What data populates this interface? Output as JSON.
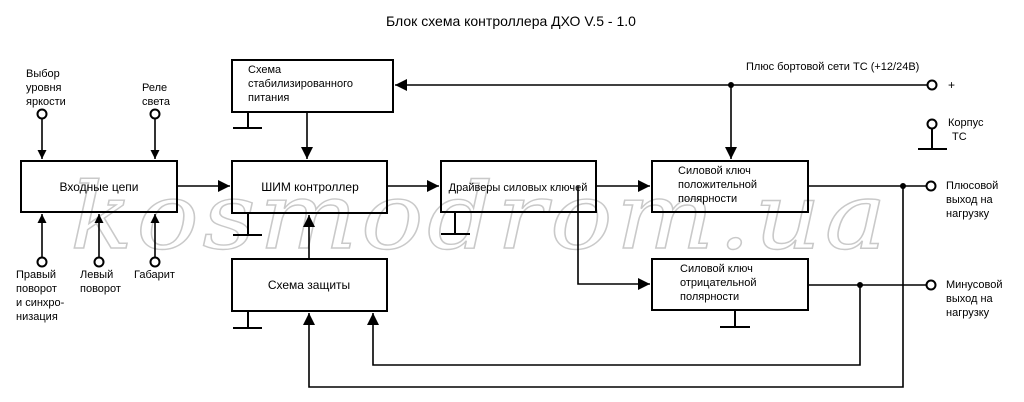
{
  "title": "Блок схема контроллера ДХО V.5 - 1.0",
  "watermark": "kosmodrom.ua",
  "blocks": {
    "input_circuits": "Входные цепи",
    "pwm_controller": "ШИМ контроллер",
    "stabilized_supply": [
      "Схема",
      "стабилизированного",
      "питания"
    ],
    "protection": "Схема защиты",
    "key_drivers": "Драйверы силовых ключей",
    "positive_key": [
      "Силовой ключ",
      "положительной",
      "полярности"
    ],
    "negative_key": [
      "Силовой ключ",
      "отрицательной",
      "полярности"
    ]
  },
  "inputs_top": {
    "brightness": [
      "Выбор",
      "уровня",
      "яркости"
    ],
    "light_relay": [
      "Реле",
      "света"
    ]
  },
  "inputs_bottom": {
    "right_turn": [
      "Правый",
      "поворот",
      "и синхро-",
      "низация"
    ],
    "left_turn": [
      "Левый",
      "поворот"
    ],
    "parking": "Габарит"
  },
  "terminals": {
    "supply_plus": "Плюс бортовой сети ТС (+12/24В)",
    "plus_sign": "+",
    "chassis": [
      "Корпус",
      "ТС"
    ],
    "plus_output": [
      "Плюсовой",
      "выход на",
      "нагрузку"
    ],
    "minus_output": [
      "Минусовой",
      "выход на",
      "нагрузку"
    ]
  }
}
